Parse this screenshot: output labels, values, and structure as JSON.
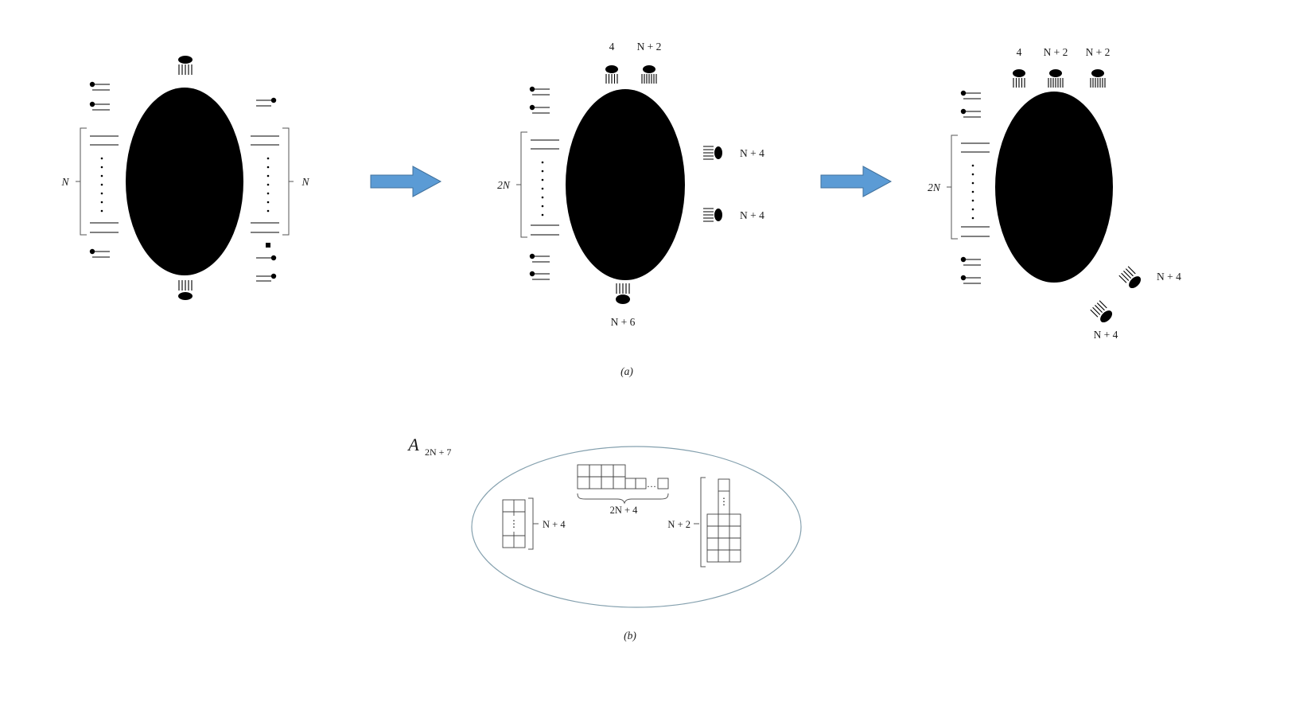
{
  "figure": {
    "panel_a": {
      "caption": "(a)",
      "diagram1": {
        "left_label": "N",
        "right_label": "N"
      },
      "diagram2": {
        "top_labels": [
          "4",
          "N + 2"
        ],
        "left_label": "2N",
        "right_labels": [
          "N + 4",
          "N + 4"
        ],
        "bottom_label": "N + 6"
      },
      "diagram3": {
        "top_labels": [
          "4",
          "N + 2",
          "N + 2"
        ],
        "left_label": "2N",
        "right_labels": [
          "N + 4",
          "N + 4"
        ]
      },
      "arrow_color": "#5B9BD5"
    },
    "panel_b": {
      "caption": "(b)",
      "algebra_symbol": "A",
      "algebra_subscript": "2N + 7",
      "top_brace_label": "2N + 4",
      "row_ellipsis": "…",
      "left_dots": "⋮",
      "right_dots": "⋮",
      "left_label": "N + 4",
      "right_label": "N + 2"
    }
  }
}
